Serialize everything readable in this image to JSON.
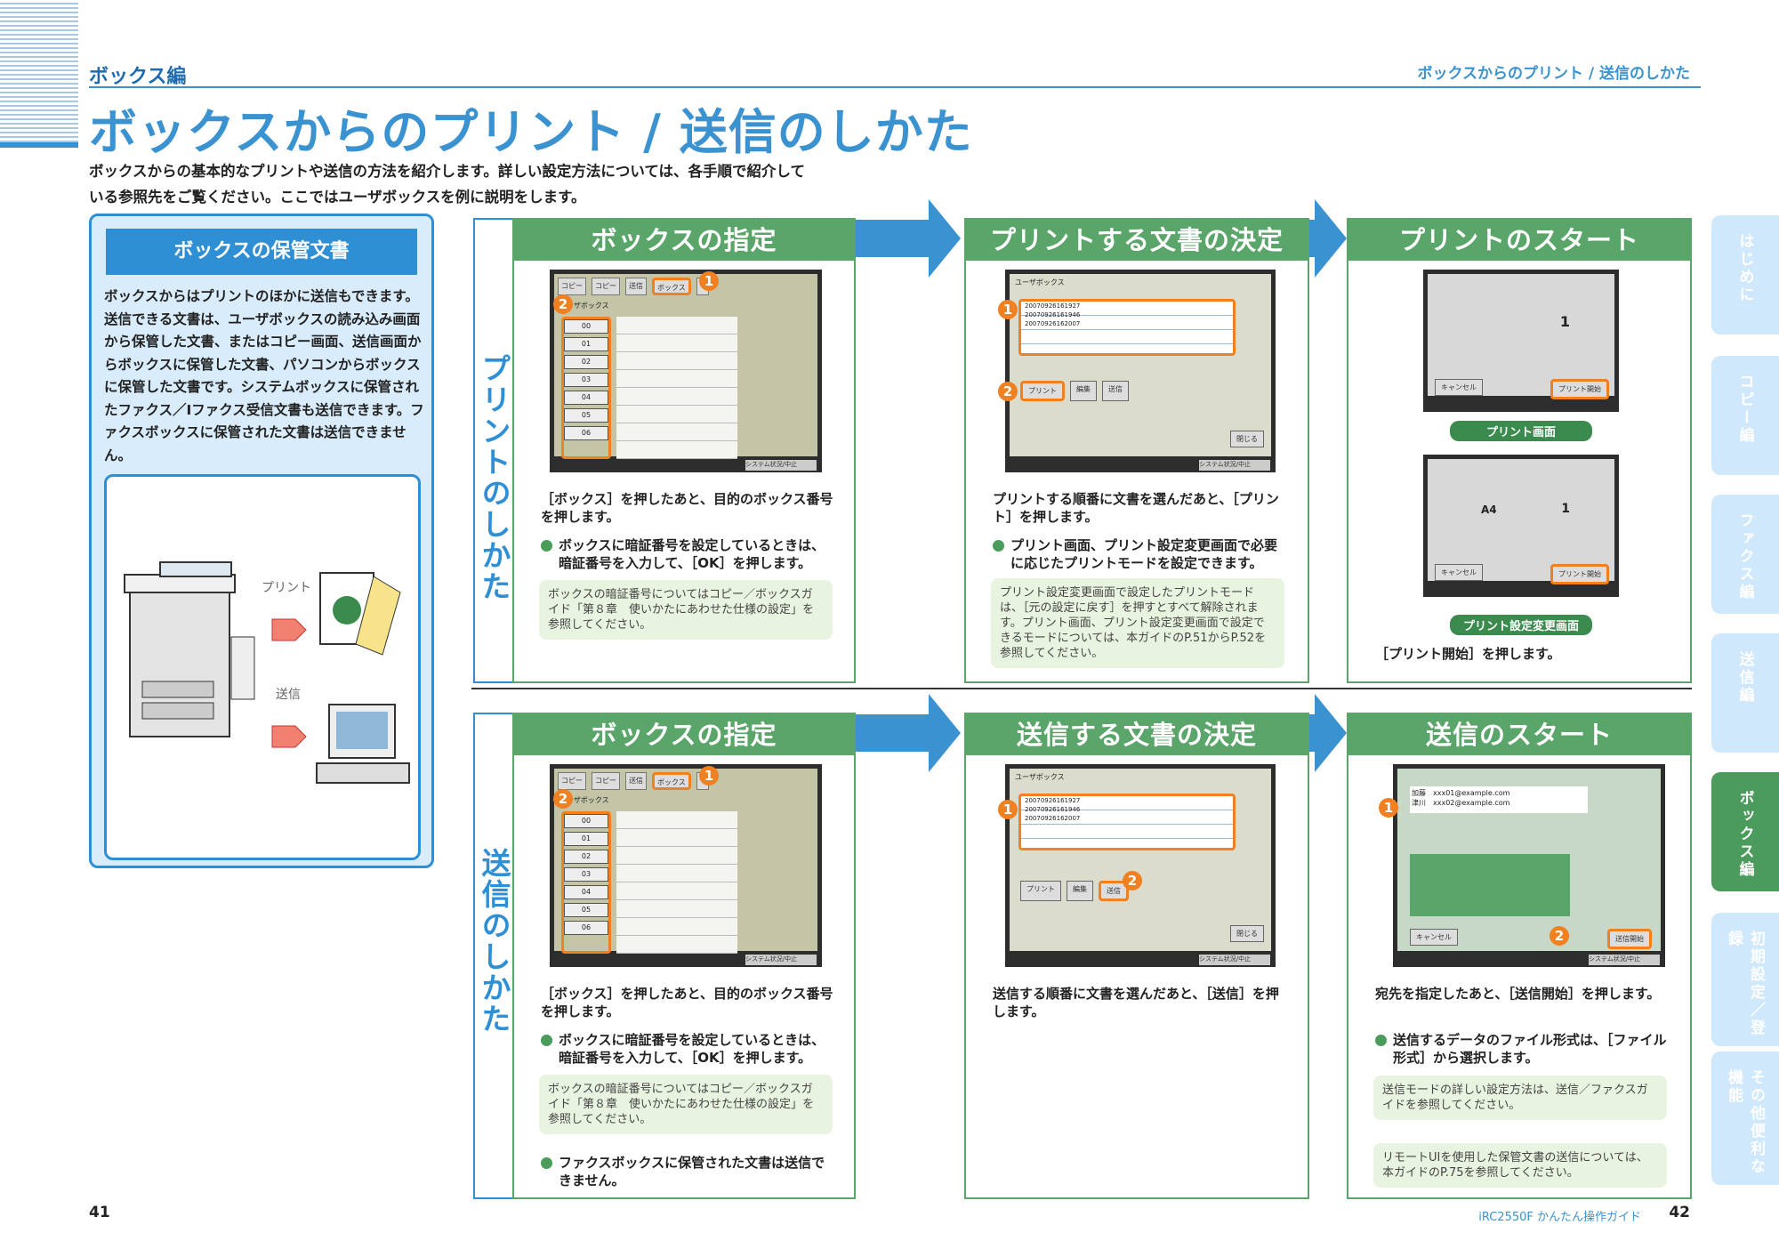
{
  "header": {
    "section_left": "ボックス編",
    "section_right": "ボックスからのプリント / 送信のしかた",
    "title": "ボックスからのプリント / 送信のしかた"
  },
  "intro": "ボックスからの基本的なプリントや送信の方法を紹介します。詳しい設定方法については、各手順で紹介している参照先をご覧ください。ここではユーザボックスを例に説明をします。",
  "keep": {
    "title": "ボックスの保管文書",
    "text": "ボックスからはプリントのほかに送信もできます。送信できる文書は、ユーザボックスの読み込み画面から保管した文書、またはコピー画面、送信画面からボックスに保管した文書、パソコンからボックスに保管した文書です。システムボックスに保管されたファクス／Iファクス受信文書も送信できます。ファクスボックスに保管された文書は送信できません。",
    "illus_print": "プリント",
    "illus_send": "送信"
  },
  "print_row": {
    "side_label": "プリントのしかた",
    "step1": {
      "title": "ボックスの指定",
      "caption": "［ボックス］を押したあと、目的のボックス番号を押します。",
      "bullet": "ボックスに暗証番号を設定しているときは、暗証番号を入力して、［OK］を押します。",
      "note": "ボックスの暗証番号についてはコピー／ボックスガイド「第８章　使いかたにあわせた仕様の設定」を参照してください。"
    },
    "step2": {
      "title": "プリントする文書の決定",
      "caption": "プリントする順番に文書を選んだあと、［プリント］を押します。",
      "bullet": "プリント画面、プリント設定変更画面で必要に応じたプリントモードを設定できます。",
      "note": "プリント設定変更画面で設定したプリントモードは、［元の設定に戻す］を押すとすべて解除されます。プリント画面、プリント設定変更画面で設定できるモードについては、本ガイドのP.51からP.52を参照してください。"
    },
    "step3": {
      "title": "プリントのスタート",
      "label1": "プリント画面",
      "label2": "プリント設定変更画面",
      "caption": "［プリント開始］を押します。"
    }
  },
  "send_row": {
    "side_label": "送信のしかた",
    "step1": {
      "title": "ボックスの指定",
      "caption": "［ボックス］を押したあと、目的のボックス番号を押します。",
      "bullet": "ボックスに暗証番号を設定しているときは、暗証番号を入力して、［OK］を押します。",
      "note": "ボックスの暗証番号についてはコピー／ボックスガイド「第８章　使いかたにあわせた仕様の設定」を参照してください。",
      "bullet2": "ファクスボックスに保管された文書は送信できません。"
    },
    "step2": {
      "title": "送信する文書の決定",
      "caption": "送信する順番に文書を選んだあと、［送信］を押します。"
    },
    "step3": {
      "title": "送信のスタート",
      "caption": "宛先を指定したあと、［送信開始］を押します。",
      "bullet": "送信するデータのファイル形式は、［ファイル形式］から選択します。",
      "note1": "送信モードの詳しい設定方法は、送信／ファクスガイドを参照してください。",
      "note2": "リモートUIを使用した保管文書の送信については、本ガイドのP.75を参照してください。"
    }
  },
  "screen": {
    "tab_box": "ボックス",
    "user_box": "ユーザボックス",
    "boxes": [
      "00",
      "01",
      "02",
      "03",
      "04",
      "05",
      "06"
    ],
    "doc_ids": [
      "20070926161927",
      "20070926161946",
      "20070926162007"
    ],
    "btn_print": "プリント",
    "btn_send": "送信",
    "btn_close": "閉じる",
    "btn_print_start": "プリント開始",
    "btn_send_start": "送信開始",
    "btn_cancel": "キャンセル",
    "status": "システム状況/中止",
    "copies": "1",
    "paper": "A4",
    "addr1": "xxx01@example.com",
    "addr2": "xxx02@example.com",
    "name1": "加藤",
    "name2": "津川"
  },
  "sidetabs": [
    "はじめに",
    "コピー編",
    "ファクス編",
    "送信編",
    "ボックス編",
    "初期設定／登録",
    "その他便利な機能"
  ],
  "footer": {
    "page_left": "41",
    "page_right": "42",
    "guide": "iRC2550F かんたん操作ガイド"
  },
  "colors": {
    "blue": "#3a93d0",
    "green": "#5aa56a",
    "orange": "#f08020"
  }
}
